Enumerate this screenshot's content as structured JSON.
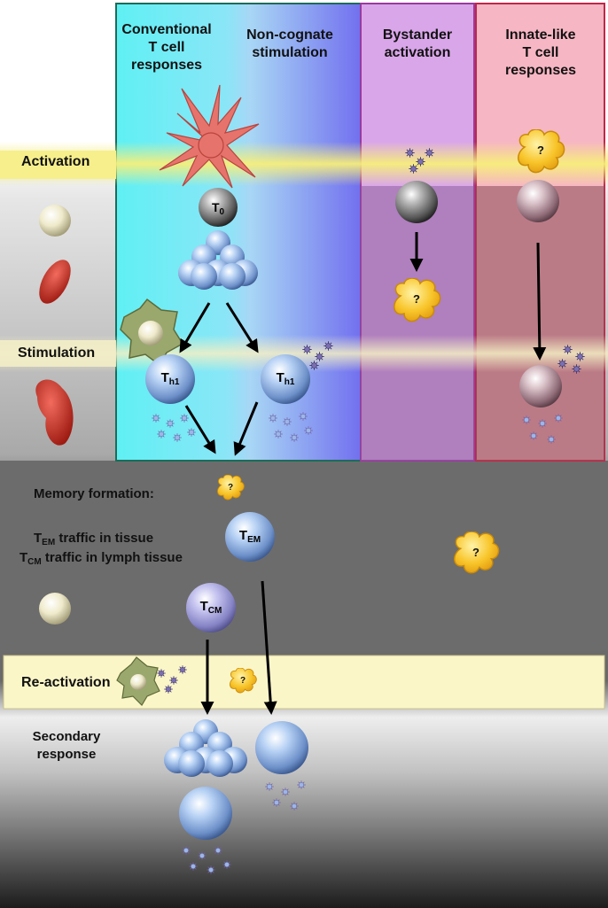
{
  "columns": {
    "conventional": "Conventional\nT cell\nresponses",
    "noncognate": "Non-cognate\nstimulation",
    "bystander": "Bystander\nactivation",
    "innate": "Innate-like\nT cell\nresponses"
  },
  "rows": {
    "activation": "Activation",
    "stimulation": "Stimulation",
    "memory": "Memory formation:",
    "reactivation": "Re-activation",
    "secondary": "Secondary\nresponse"
  },
  "traffic": {
    "em_prefix": "T",
    "em_sub": "EM",
    "em_text": " traffic in tissue",
    "cm_prefix": "T",
    "cm_sub": "CM",
    "cm_text": " traffic in lymph tissue"
  },
  "cells": {
    "t0": "T",
    "t0_sub": "0",
    "th1": "T",
    "th1_sub": "h1",
    "tem": "T",
    "tem_sub": "EM",
    "tcm": "T",
    "tcm_sub": "CM"
  },
  "question_mark": "?",
  "colors": {
    "conventional_panel": "#63f0f4",
    "noncognate_panel": "#7f7cf0",
    "bystander_panel": "#d9a6e9",
    "innate_panel": "#f6b6c3",
    "activation_band": "#f6ef8c",
    "reactivation_band": "#fbf6c8",
    "t_cell_blue": "#9fc0ec",
    "mystery_cloud": "#f7c52b",
    "dark_background": "#4a4a4a"
  }
}
